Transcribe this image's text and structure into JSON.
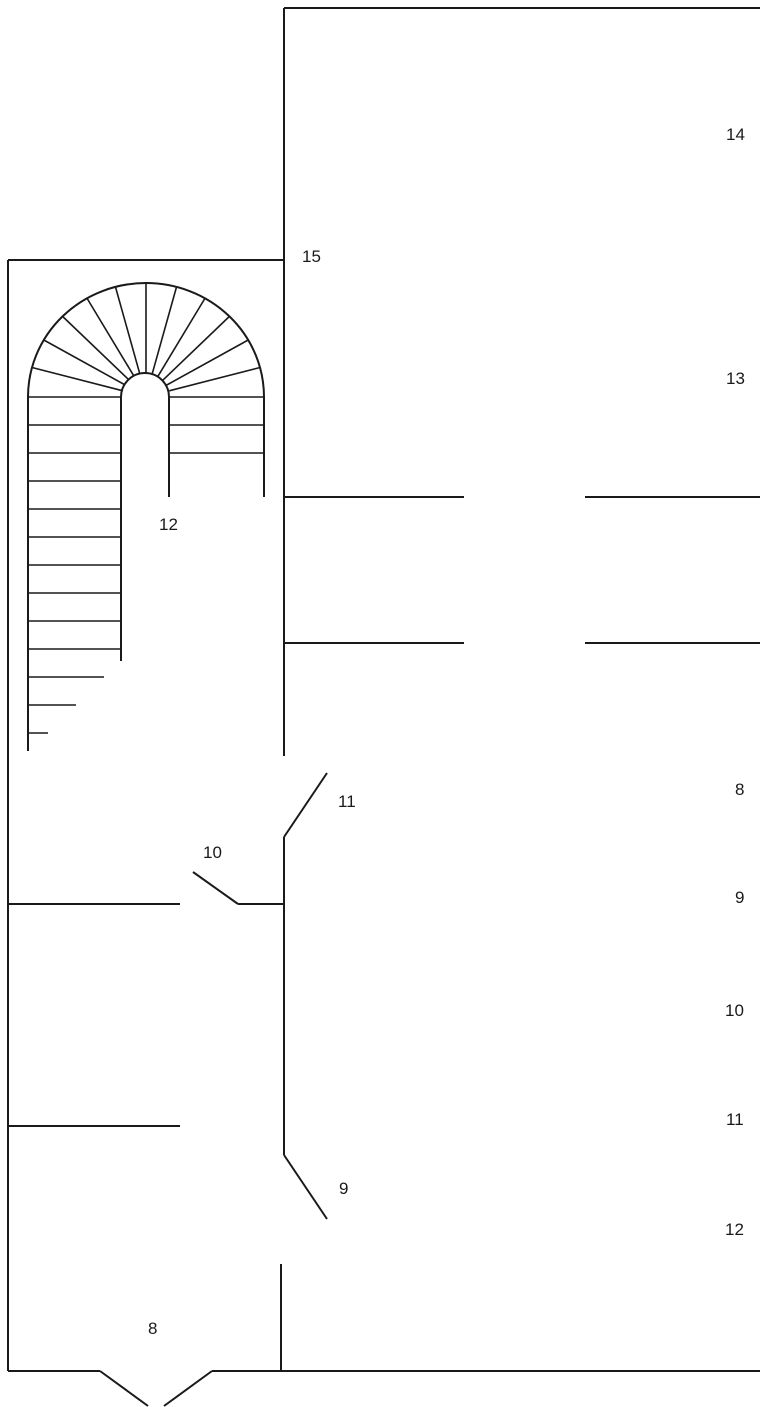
{
  "plan": {
    "stair_label": "12",
    "door_labels": {
      "main_entrance": "8",
      "lower_corridor_door": "9",
      "room_door": "10",
      "upper_corridor_door": "11"
    },
    "upper_label": "15",
    "right_column_labels": [
      "14",
      "13",
      "8",
      "9",
      "10",
      "11",
      "12"
    ]
  }
}
